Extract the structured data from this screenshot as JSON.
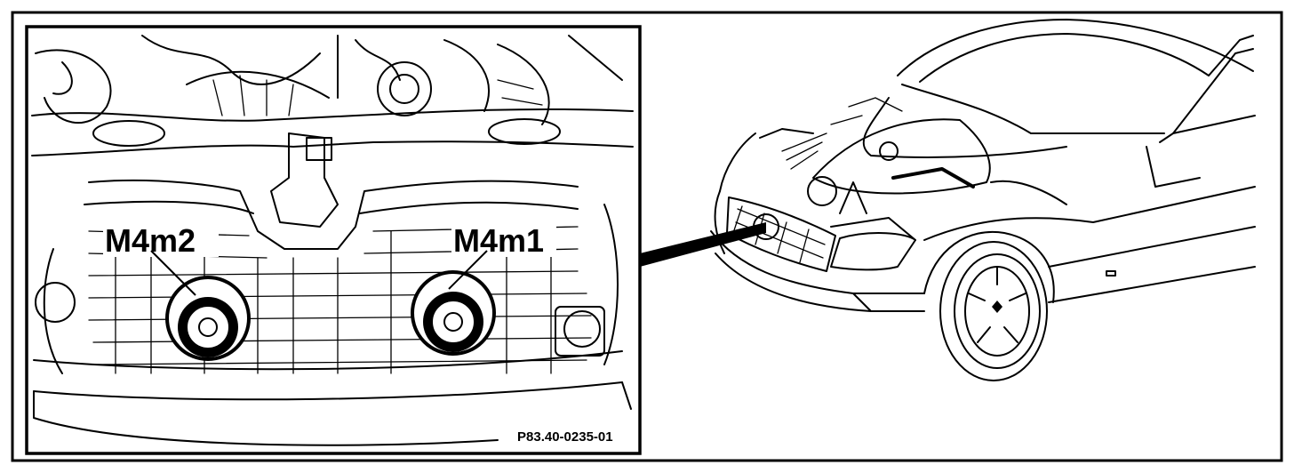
{
  "diagram": {
    "callouts": [
      {
        "id": "left-horn",
        "label": "M4m2"
      },
      {
        "id": "right-horn",
        "label": "M4m1"
      }
    ],
    "reference_code": "P83.40-0235-01"
  }
}
